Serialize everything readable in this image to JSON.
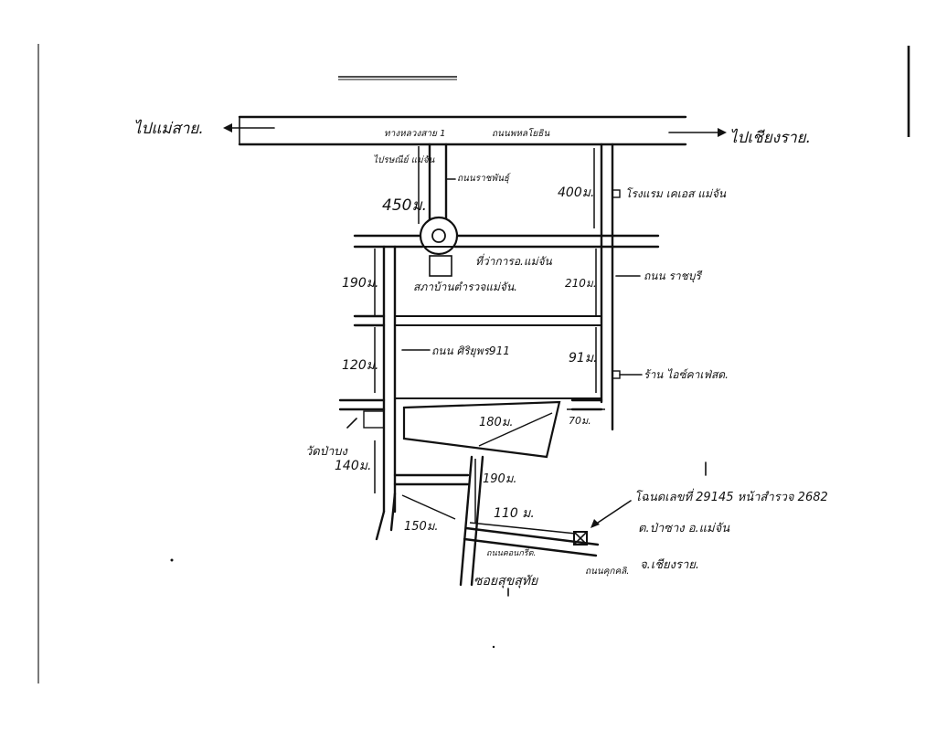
{
  "map": {
    "title": "แผนที่ตั้งทรัพย์",
    "labels": {
      "left_direction": "ไปแม่สาย.",
      "right_direction": "ไปเชียงราย.",
      "main_road": "ถนนพหลโยธิน",
      "main_road_extra": "ทางหลวงสาย 1",
      "district_office": "ไปรษณีย์ แม่จัน",
      "side_road_1": "ถนนราชพันธุ์",
      "hotel": "โรงแรม เคเอส แม่จัน",
      "district_hall": "ที่ว่าการอ.แม่จัน",
      "police_station": "สภาบ้านตำรวจแม่จัน.",
      "rachaburi_road": "ถนน ราชบุรี",
      "kirin_road": "ถนน ศิริยุพร911",
      "market": "ร้าน ไอซ์คาเฟ่สด.",
      "temple": "วัดป่าบง",
      "deed_line1": "โฉนดเลขที่ 29145 หน้าสำรวจ 2682",
      "deed_line2": "ต.ป่าซาง อ.แม่จัน",
      "deed_line3": "จ.เชียงราย.",
      "small_road_label": "ถนนคอนกรีต.",
      "alley_label": "ซอยสุขสุทัย",
      "plot_road_label": "ถนนคุกคลิ."
    },
    "distances": {
      "d450": "450ม.",
      "d400": "400ม.",
      "d190a": "190ม.",
      "d210": "210ม.",
      "d120": "120ม.",
      "d91": "91ม.",
      "d180": "180ม.",
      "d70": "70ม.",
      "d140": "140ม.",
      "d190b": "190ม.",
      "d110": "110 ม.",
      "d150": "150ม."
    }
  }
}
